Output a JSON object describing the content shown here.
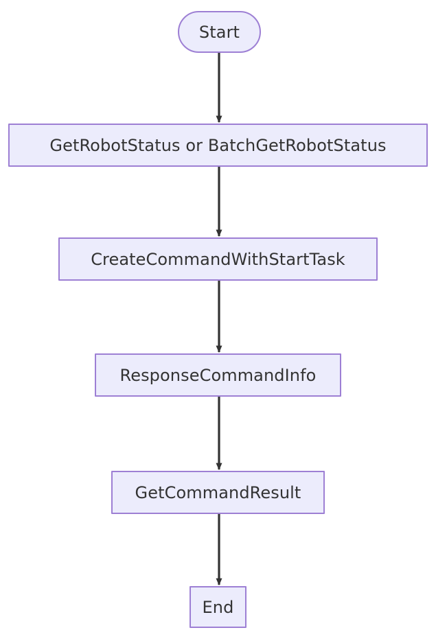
{
  "diagram": {
    "type": "flowchart",
    "direction": "top-to-bottom",
    "title": "",
    "background_color": "#ffffff",
    "node_fill_color": "#ececfc",
    "node_border_color": "#9d7fd4",
    "node_text_color": "#333333",
    "edge_color": "#333333",
    "nodes": [
      {
        "id": "start",
        "label": "Start",
        "shape": "stadium"
      },
      {
        "id": "getstatus",
        "label": "GetRobotStatus or BatchGetRobotStatus",
        "shape": "rectangle"
      },
      {
        "id": "createcmd",
        "label": "CreateCommandWithStartTask",
        "shape": "rectangle"
      },
      {
        "id": "responseinfo",
        "label": "ResponseCommandInfo",
        "shape": "rectangle"
      },
      {
        "id": "getresult",
        "label": "GetCommandResult",
        "shape": "rectangle"
      },
      {
        "id": "end",
        "label": "End",
        "shape": "rectangle"
      }
    ],
    "edges": [
      {
        "from": "start",
        "to": "getstatus",
        "label": "",
        "arrow": "solid-triangle"
      },
      {
        "from": "getstatus",
        "to": "createcmd",
        "label": "",
        "arrow": "solid-triangle"
      },
      {
        "from": "createcmd",
        "to": "responseinfo",
        "label": "",
        "arrow": "solid-triangle"
      },
      {
        "from": "responseinfo",
        "to": "getresult",
        "label": "",
        "arrow": "solid-triangle"
      },
      {
        "from": "getresult",
        "to": "end",
        "label": "",
        "arrow": "solid-triangle"
      }
    ]
  }
}
